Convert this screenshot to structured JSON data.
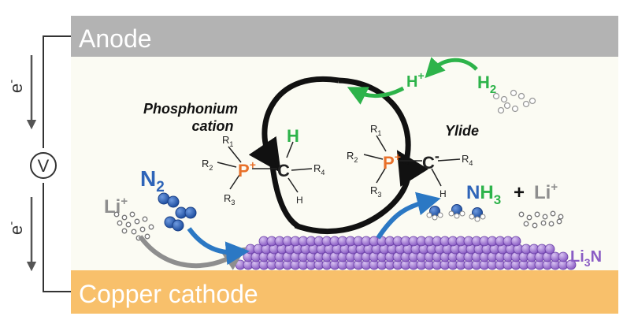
{
  "anode": {
    "label": "Anode"
  },
  "cathode": {
    "label": "Copper cathode"
  },
  "circuit": {
    "electron_top": "e",
    "electron_bottom": "e",
    "electron_charge": "-",
    "meter": "V"
  },
  "reactants": {
    "li": "Li",
    "li_charge": "+",
    "n2_symbol": "N",
    "n2_sub": "2",
    "h2_symbol": "H",
    "h2_sub": "2",
    "proton": "H",
    "proton_charge": "+"
  },
  "cycle": {
    "phosphonium_line1": "Phosphonium",
    "phosphonium_line2": "cation",
    "ylide": "Ylide"
  },
  "phosphonium": {
    "p": "P",
    "p_charge": "+",
    "c": "C",
    "h_green": "H",
    "h_small": "H",
    "r1": "R",
    "r1_sub": "1",
    "r2": "R",
    "r2_sub": "2",
    "r3": "R",
    "r3_sub": "3",
    "r4": "R",
    "r4_sub": "4"
  },
  "ylide_mol": {
    "p": "P",
    "p_charge": "+",
    "c": "C",
    "c_charge": "-",
    "h_small": "H",
    "r1": "R",
    "r1_sub": "1",
    "r2": "R",
    "r2_sub": "2",
    "r3": "R",
    "r3_sub": "3",
    "r4": "R",
    "r4_sub": "4"
  },
  "products": {
    "nh3_n": "N",
    "nh3_h": "H",
    "nh3_sub": "3",
    "plus": "+",
    "li": "Li",
    "li_charge": "+"
  },
  "surface": {
    "li3n_a": "Li",
    "li3n_sub": "3",
    "li3n_b": "N"
  },
  "colors": {
    "anode": "#b3b3b3",
    "cathode": "#f8c06b",
    "background": "#fbfbf3",
    "phosphorus": "#e8702a",
    "hydrogen_green": "#2db34a",
    "nitrogen_blue": "#2e64b8",
    "lithium_gray": "#8e8e8e",
    "li3n_purple": "#8a5cc4",
    "arrow_blue": "#2b78c4"
  }
}
